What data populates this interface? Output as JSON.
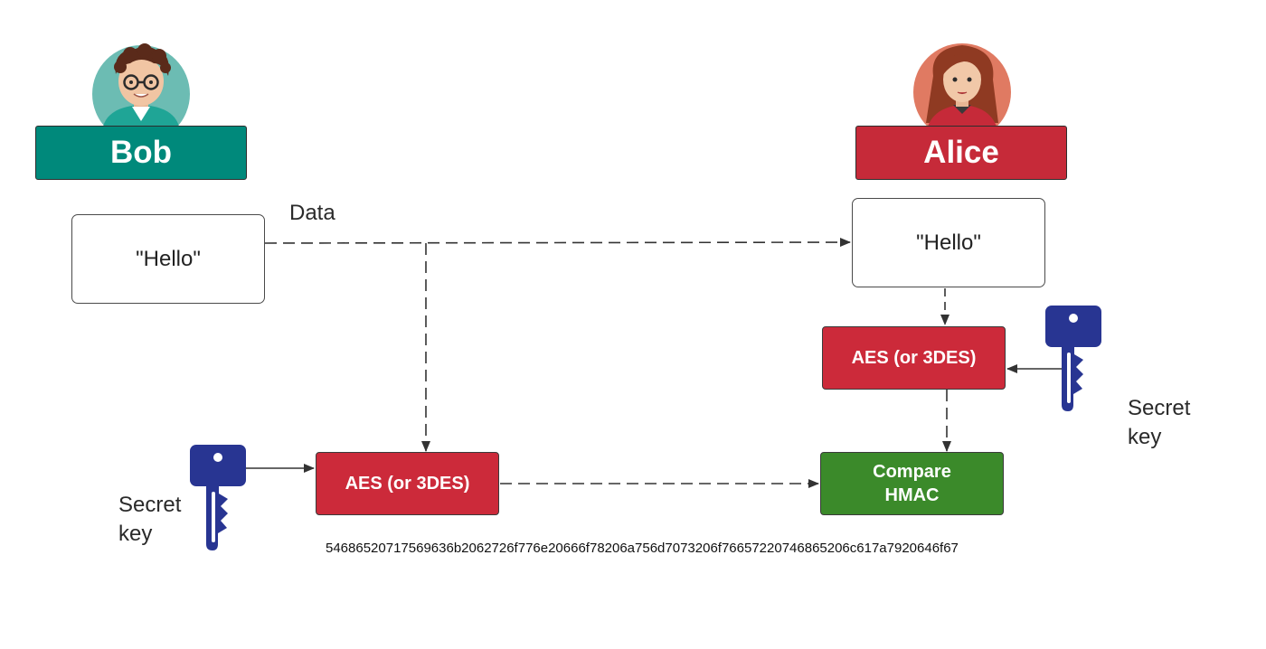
{
  "colors": {
    "bob": "#00897b",
    "alice": "#c62a39",
    "aes": "#cc2a3a",
    "compare": "#3b8a2a",
    "key": "#283592"
  },
  "bob": {
    "name": "Bob"
  },
  "alice": {
    "name": "Alice"
  },
  "data_label": "Data",
  "bob_message": "\"Hello\"",
  "alice_message": "\"Hello\"",
  "bob_aes_label": "AES (or 3DES)",
  "alice_aes_label": "AES (or 3DES)",
  "compare": {
    "line1": "Compare",
    "line2": "HMAC"
  },
  "bob_key_label": {
    "line1": "Secret",
    "line2": "key"
  },
  "alice_key_label": {
    "line1": "Secret",
    "line2": "key"
  },
  "hmac_value": "54686520717569636b2062726f776e20666f78206a756d7073206f76657220746865206c617a7920646f67"
}
